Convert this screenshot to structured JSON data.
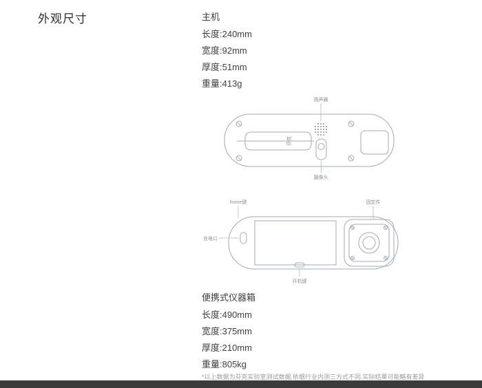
{
  "page": {
    "title": "外观尺寸",
    "footnote": "*以上数据为芬克实验室测试数据,依据行业内测三方式不同,实际结果可能略有差异"
  },
  "host": {
    "heading": "主机",
    "specs": [
      "长度:240mm",
      "宽度:92mm",
      "厚度:51mm",
      "重量:413g"
    ]
  },
  "case": {
    "heading": "便携式仪器箱",
    "specs": [
      "长度:490mm",
      "宽度:375mm",
      "厚度:210mm",
      "重量:805kg"
    ]
  },
  "diagram": {
    "back_labels": {
      "speaker": "扬声器",
      "camera": "摄像头",
      "logo": "芬克"
    },
    "front_labels": {
      "home": "home键",
      "fastener": "固定件",
      "charge_port": "充电口",
      "power": "开机键"
    }
  },
  "colors": {
    "line": "#a3aab1",
    "text_dark": "#3b3b3b",
    "text_muted": "#9b9b9b",
    "footer_bar": "#3b3b3b"
  }
}
